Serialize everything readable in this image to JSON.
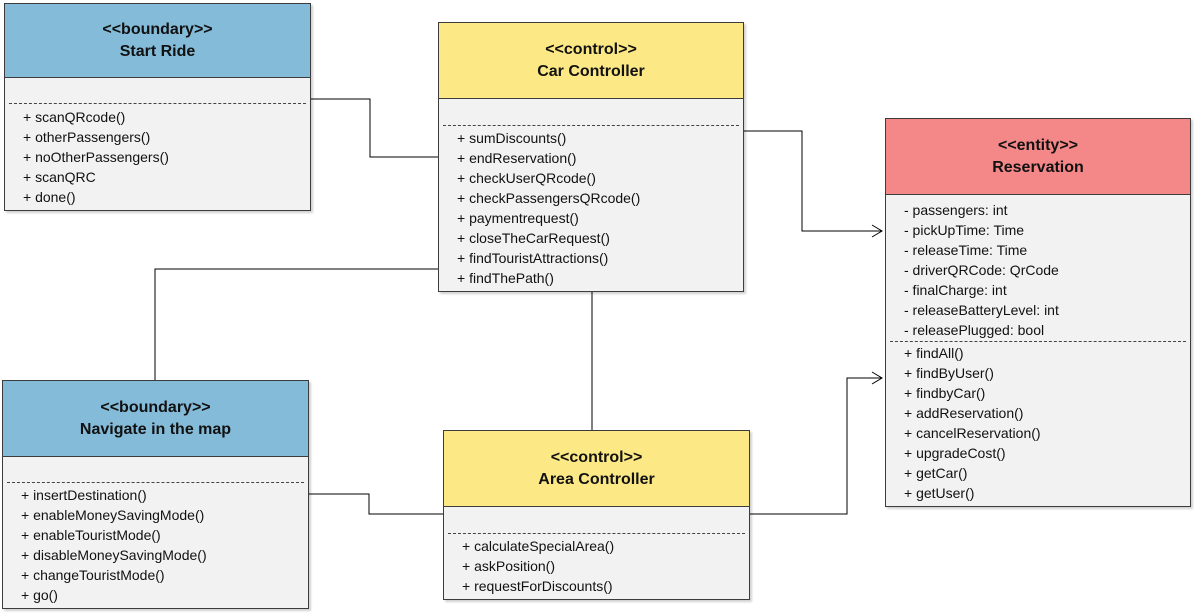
{
  "classes": {
    "start_ride": {
      "stereotype": "<<boundary>>",
      "name": "Start Ride",
      "attributes": [],
      "operations": [
        "+ scanQRcode()",
        "+ otherPassengers()",
        "+ noOtherPassengers()",
        "+ scanQRC",
        "+ done()"
      ]
    },
    "car_controller": {
      "stereotype": "<<control>>",
      "name": "Car Controller",
      "attributes": [],
      "operations": [
        "+ sumDiscounts()",
        "+ endReservation()",
        "+ checkUserQRcode()",
        "+ checkPassengersQRcode()",
        "+ paymentrequest()",
        "+ closeTheCarRequest()",
        "+ findTouristAttractions()",
        "+ findThePath()"
      ]
    },
    "reservation": {
      "stereotype": "<<entity>>",
      "name": "Reservation",
      "attributes": [
        "- passengers: int",
        "- pickUpTime: Time",
        "- releaseTime: Time",
        "- driverQRCode: QrCode",
        "- finalCharge: int",
        "- releaseBatteryLevel: int",
        "- releasePlugged: bool"
      ],
      "operations": [
        "+ findAll()",
        "+ findByUser()",
        "+ findbyCar()",
        "+ addReservation()",
        "+ cancelReservation()",
        "+ upgradeCost()",
        "+ getCar()",
        "+ getUser()"
      ]
    },
    "navigate_map": {
      "stereotype": "<<boundary>>",
      "name": "Navigate in the map",
      "attributes": [],
      "operations": [
        "+ insertDestination()",
        "+ enableMoneySavingMode()",
        "+ enableTouristMode()",
        "+ disableMoneySavingMode()",
        "+ changeTouristMode()",
        "+ go()"
      ]
    },
    "area_controller": {
      "stereotype": "<<control>>",
      "name": "Area Controller",
      "attributes": [],
      "operations": [
        "+ calculateSpecialArea()",
        "+ askPosition()",
        "+ requestForDiscounts()"
      ]
    }
  },
  "connections": [
    {
      "from": "start_ride",
      "to": "car_controller",
      "arrow": "none"
    },
    {
      "from": "car_controller",
      "to": "reservation",
      "arrow": "open"
    },
    {
      "from": "car_controller",
      "to": "navigate_map",
      "arrow": "none"
    },
    {
      "from": "car_controller",
      "to": "area_controller",
      "arrow": "none"
    },
    {
      "from": "navigate_map",
      "to": "area_controller",
      "arrow": "none"
    },
    {
      "from": "area_controller",
      "to": "reservation",
      "arrow": "open"
    }
  ],
  "colors": {
    "boundary_header": "#84bbd9",
    "control_header": "#fce884",
    "entity_header": "#f48888",
    "body": "#f2f2f2",
    "line": "#000000"
  }
}
